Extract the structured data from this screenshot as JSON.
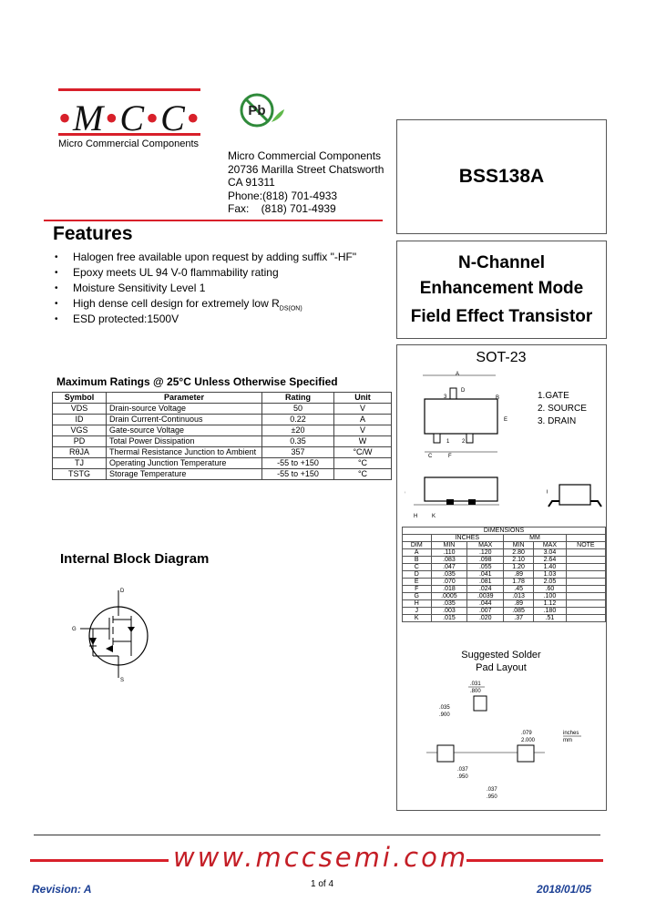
{
  "header": {
    "logo_text": "M·C·C",
    "logo_letters": [
      "M",
      "C",
      "C"
    ],
    "tagline": "Micro Commercial Components",
    "address": [
      "Micro Commercial Components",
      "20736 Marilla Street Chatsworth",
      "CA 91311",
      "Phone:(818) 701-4933",
      "Fax:    (818) 701-4939"
    ],
    "pb_symbol": "Pb"
  },
  "part_number": "BSS138A",
  "description": [
    "N-Channel",
    "Enhancement Mode",
    "Field Effect Transistor"
  ],
  "features": {
    "title": "Features",
    "items": [
      "Halogen free available upon request by adding suffix \"-HF\"",
      "Epoxy meets UL 94 V-0 flammability rating",
      "Moisture Sensitivity Level 1",
      "High dense cell design for extremely low R",
      "ESD protected:1500V"
    ],
    "rds_sub": "DS(ON)"
  },
  "max_ratings": {
    "title": "Maximum Ratings @ 25°C Unless Otherwise Specified",
    "headers": [
      "Symbol",
      "Parameter",
      "Rating",
      "Unit"
    ],
    "rows": [
      [
        "VDS",
        "Drain-source Voltage",
        "50",
        "V"
      ],
      [
        "ID",
        "Drain Current-Continuous",
        "0.22",
        "A"
      ],
      [
        "VGS",
        "Gate-source Voltage",
        "±20",
        "V"
      ],
      [
        "PD",
        "Total Power Dissipation",
        "0.35",
        "W"
      ],
      [
        "RθJA",
        "Thermal Resistance Junction to Ambient",
        "357",
        "°C/W"
      ],
      [
        "TJ",
        "Operating Junction Temperature",
        "-55 to +150",
        "°C"
      ],
      [
        "TSTG",
        "Storage Temperature",
        "-55 to +150",
        "°C"
      ]
    ]
  },
  "block_diagram": {
    "title": "Internal Block Diagram",
    "labels": [
      "D",
      "G",
      "S"
    ]
  },
  "package": {
    "name": "SOT-23",
    "pins": [
      "1.GATE",
      "2. SOURCE",
      "3. DRAIN"
    ],
    "drawing_labels": [
      "A",
      "B",
      "C",
      "D",
      "E",
      "F",
      "G",
      "H",
      "J",
      "K",
      "1",
      "2",
      "3"
    ],
    "dimensions": {
      "caption": "DIMENSIONS",
      "groups": [
        "INCHES",
        "MM"
      ],
      "headers": [
        "DIM",
        "MIN",
        "MAX",
        "MIN",
        "MAX",
        "NOTE"
      ],
      "rows": [
        [
          "A",
          ".110",
          ".120",
          "2.80",
          "3.04",
          ""
        ],
        [
          "B",
          ".083",
          ".098",
          "2.10",
          "2.64",
          ""
        ],
        [
          "C",
          ".047",
          ".055",
          "1.20",
          "1.40",
          ""
        ],
        [
          "D",
          ".035",
          ".041",
          ".89",
          "1.03",
          ""
        ],
        [
          "E",
          ".070",
          ".081",
          "1.78",
          "2.05",
          ""
        ],
        [
          "F",
          ".018",
          ".024",
          ".45",
          ".60",
          ""
        ],
        [
          "G",
          ".0005",
          ".0039",
          ".013",
          ".100",
          ""
        ],
        [
          "H",
          ".035",
          ".044",
          ".89",
          "1.12",
          ""
        ],
        [
          "J",
          ".003",
          ".007",
          ".085",
          ".180",
          ""
        ],
        [
          "K",
          ".015",
          ".020",
          ".37",
          ".51",
          ""
        ]
      ]
    }
  },
  "solder": {
    "title": [
      "Suggested Solder",
      "Pad Layout"
    ],
    "dims": [
      [
        ".031",
        ".800"
      ],
      [
        ".035",
        ".900"
      ],
      [
        ".079",
        "2.000"
      ],
      [
        ".037",
        ".950"
      ],
      [
        ".037",
        ".950"
      ]
    ],
    "units": [
      "inches",
      "mm"
    ]
  },
  "footer": {
    "url": "www.mccsemi.com",
    "revision": "Revision: A",
    "page": "1 of 4",
    "date": "2018/01/05"
  },
  "colors": {
    "brand_red": "#d8202a",
    "footer_blue": "#1b3f94",
    "rohs_green": "#2f8a3a"
  }
}
